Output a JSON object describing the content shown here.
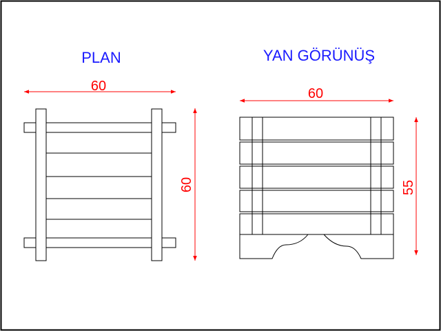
{
  "colors": {
    "title": "#1a1aff",
    "dimension": "#ff0000",
    "line": "#000000",
    "background": "#ffffff"
  },
  "plan_view": {
    "title": "PLAN",
    "width_label": "60",
    "depth_label": "60",
    "slat_count": 5,
    "rail_count": 2,
    "leg_count": 2
  },
  "side_view": {
    "title": "YAN GÖRÜNÜŞ",
    "width_label": "60",
    "height_label": "55",
    "slat_count": 5
  }
}
